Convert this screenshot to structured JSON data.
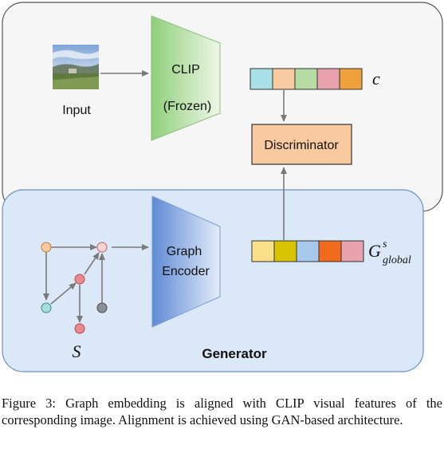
{
  "clip_module": {
    "input_label": "Input",
    "name": "CLIP",
    "note": "(Frozen)"
  },
  "clip_feature": {
    "symbol": "c",
    "cell_colors": [
      "#a9dfe6",
      "#f9cba1",
      "#b7dca3",
      "#e8a3ae",
      "#f0a23a"
    ]
  },
  "discriminator": {
    "label": "Discriminator",
    "fill": "#f9c9a0"
  },
  "generator": {
    "title": "Generator",
    "encoder_label_line1": "Graph",
    "encoder_label_line2": "Encoder",
    "graph_symbol": "S",
    "feature_symbol": "G",
    "feature_superscript": "s",
    "feature_subscript": "global",
    "feature_cell_colors": [
      "#fbe08a",
      "#d8c400",
      "#a9c8ee",
      "#f26a1c",
      "#e8a3ae"
    ]
  },
  "colors": {
    "clip_trapezoid": "#8fcf7a",
    "encoder_trapezoid": "#5f8ad6",
    "top_panel": "#f6f6f6",
    "bottom_panel": "#dbe8f8",
    "node_orange": "#f9c9a0",
    "node_pink": "#f7d4d4",
    "node_red": "#ea8a8e",
    "node_cyan": "#a8dcd6",
    "node_gray": "#8b8f96"
  },
  "caption": "Figure 3: Graph embedding is aligned with CLIP visual features of the corresponding image. Alignment is achieved using GAN-based architecture."
}
